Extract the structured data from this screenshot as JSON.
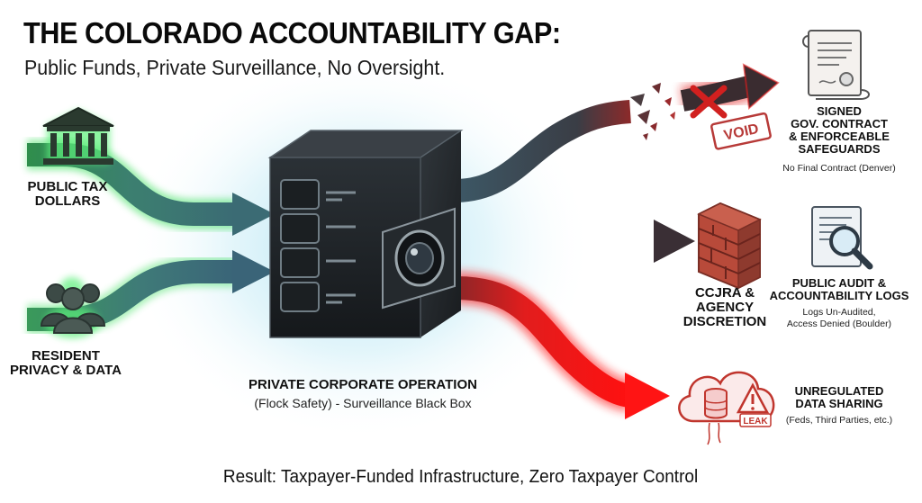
{
  "title": "THE COLORADO ACCOUNTABILITY GAP:",
  "subtitle": "Public Funds, Private Surveillance, No Oversight.",
  "inputs": {
    "tax": {
      "line1": "PUBLIC TAX",
      "line2": "DOLLARS"
    },
    "privacy": {
      "line1": "RESIDENT",
      "line2": "PRIVACY & DATA"
    }
  },
  "operation": {
    "label": "PRIVATE CORPORATE OPERATION",
    "sublabel": "(Flock Safety) - Surveillance Black Box"
  },
  "outputs": {
    "contract": {
      "line1": "SIGNED",
      "line2": "GOV. CONTRACT",
      "line3": "& ENFORCEABLE",
      "line4": "SAFEGUARDS",
      "note": "No Final Contract (Denver)",
      "stamp": "VOID"
    },
    "ccjra": {
      "line1": "CCJRA &",
      "line2": "AGENCY",
      "line3": "DISCRETION"
    },
    "audit": {
      "line1": "PUBLIC AUDIT &",
      "line2": "ACCOUNTABILITY LOGS",
      "note1": "Logs Un-Audited,",
      "note2": "Access Denied (Boulder)"
    },
    "sharing": {
      "line1": "UNREGULATED",
      "line2": "DATA SHARING",
      "note": "(Feds, Third Parties, etc.)",
      "badge": "LEAK"
    }
  },
  "result": "Result: Taxpayer-Funded Infrastructure, Zero Taxpayer Control",
  "colors": {
    "green_flow": "#2fcf52",
    "teal_flow": "#3d6f70",
    "red_flow": "#e01818",
    "red_icon": "#c0352d",
    "dark_flow": "#2f3c45",
    "server_body": "#22272c",
    "glow": "#bfe6f2"
  },
  "icons": [
    "bank-icon",
    "people-icon",
    "server-icon",
    "camera-lens-icon",
    "broken-chain-icon",
    "x-mark-icon",
    "document-icon",
    "brick-wall-icon",
    "magnifier-document-icon",
    "cloud-database-icon",
    "warning-icon"
  ]
}
